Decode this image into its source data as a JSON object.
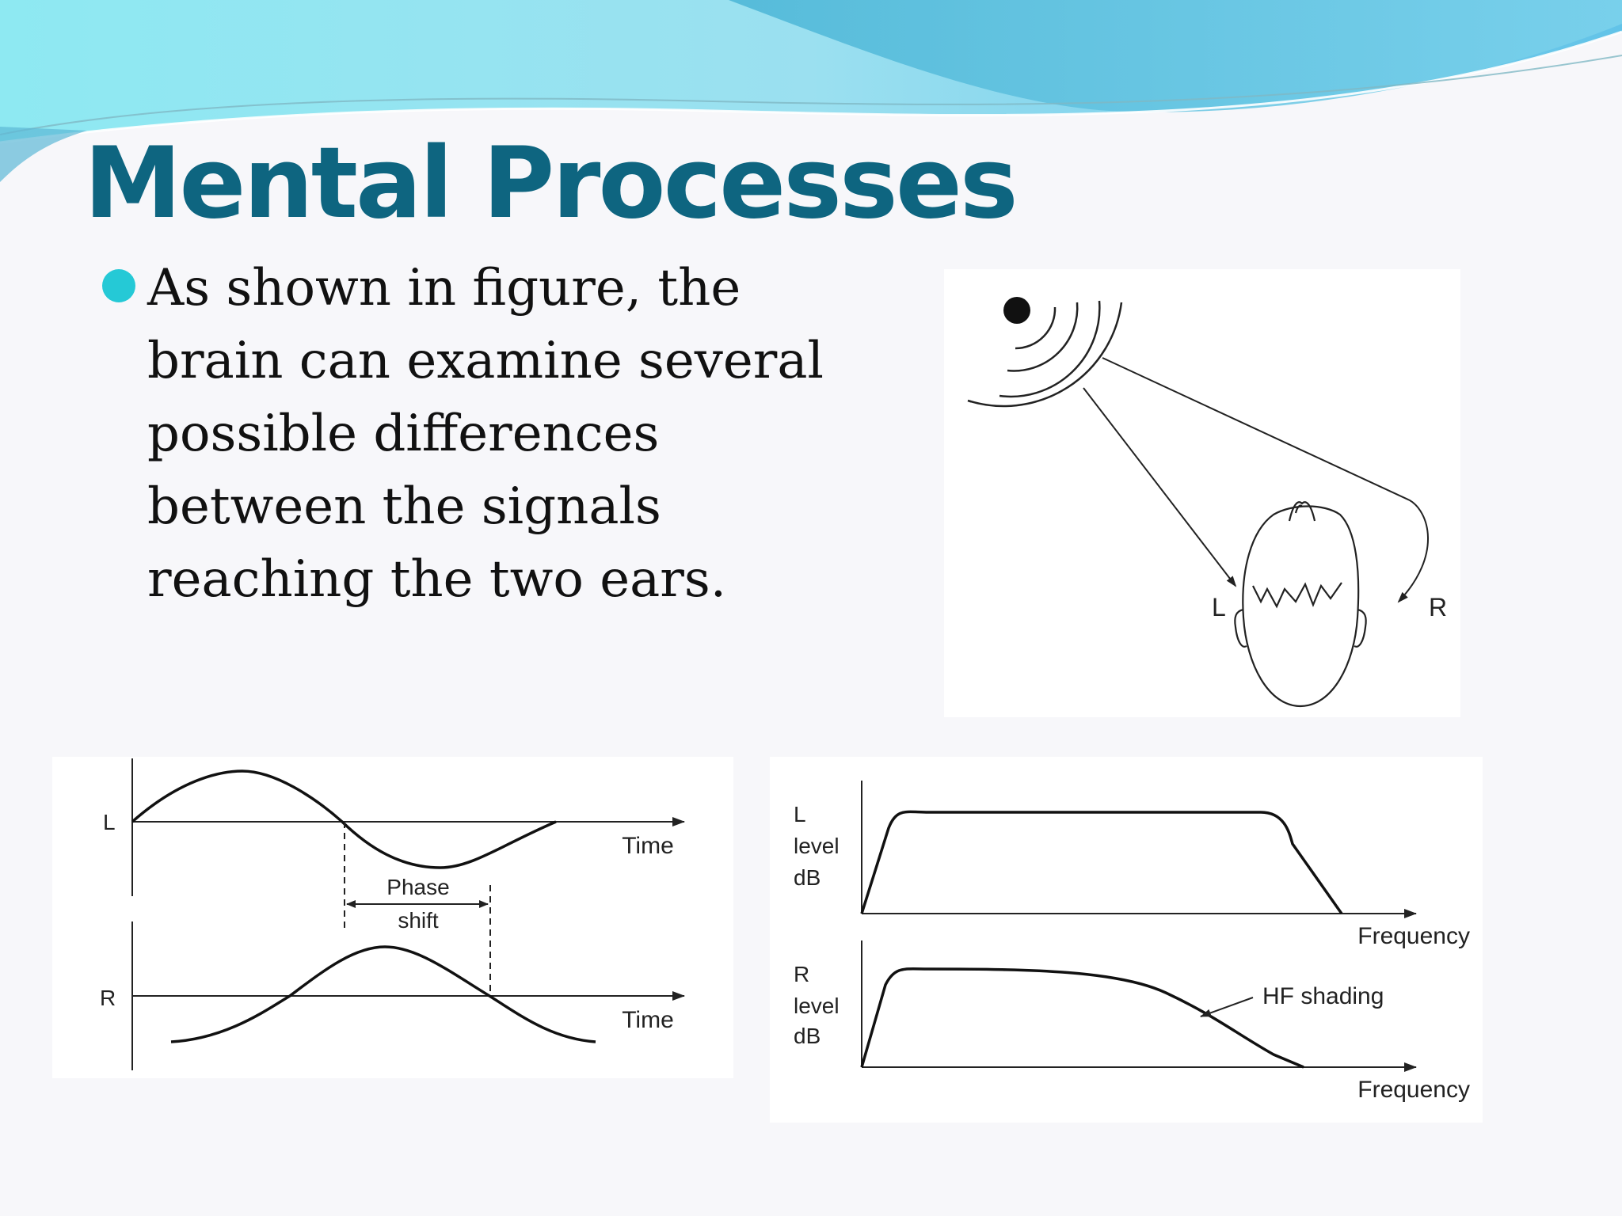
{
  "slide": {
    "title": "Mental Processes",
    "bullet": "As shown in figure, the brain can examine several possible differences between the signals reaching the two ears."
  },
  "colors": {
    "title": "#0e6580",
    "bullet": "#25c9d6",
    "wave_light": "#8fe3ee",
    "wave_dark": "#5cc6e6"
  },
  "figure_head": {
    "left_ear_label": "L",
    "right_ear_label": "R"
  },
  "figure_phase": {
    "top_channel_label": "L",
    "bottom_channel_label": "R",
    "time_axis_label_top": "Time",
    "time_axis_label_bottom": "Time",
    "phase_label_line1": "Phase",
    "phase_label_line2": "shift"
  },
  "figure_level": {
    "top_y_label": [
      "L",
      "level",
      "dB"
    ],
    "bottom_y_label": [
      "R",
      "level",
      "dB"
    ],
    "x_label_top": "Frequency",
    "x_label_bottom": "Frequency",
    "annotation": "HF shading"
  }
}
